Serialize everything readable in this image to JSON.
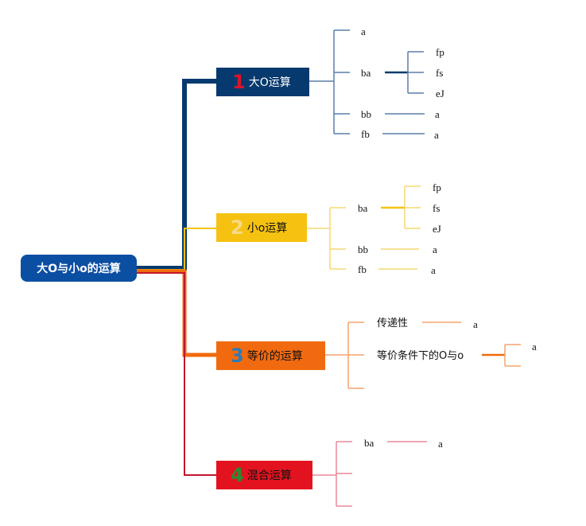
{
  "root": {
    "label": "大O与小o的运算"
  },
  "branches": [
    {
      "number": "1",
      "label": "大O运算",
      "color": "#063a6e",
      "number_color": "#d9142b",
      "text_color": "#ffffff",
      "children": [
        {
          "label": "a",
          "children": []
        },
        {
          "label": "ba",
          "children": [
            "fp",
            "fs",
            "eJ"
          ]
        },
        {
          "label": "bb",
          "children": [
            "a"
          ]
        },
        {
          "label": "fb",
          "children": [
            "a"
          ]
        }
      ]
    },
    {
      "number": "2",
      "label": "小o运算",
      "color": "#f5c211",
      "number_color": "#f7d98a",
      "text_color": "#111111",
      "children": [
        {
          "label": "ba",
          "children": [
            "fp",
            "fs",
            "eJ"
          ]
        },
        {
          "label": "bb",
          "children": [
            "a"
          ]
        },
        {
          "label": "fb",
          "children": [
            "a"
          ]
        }
      ]
    },
    {
      "number": "3",
      "label": "等价的运算",
      "color": "#f26a0f",
      "number_color": "#2b7bb9",
      "text_color": "#111111",
      "children": [
        {
          "label": "传递性",
          "children": [
            "a"
          ]
        },
        {
          "label": "等价条件下的O与o",
          "children": [
            "a",
            ""
          ]
        },
        {
          "label": "",
          "children": []
        }
      ]
    },
    {
      "number": "4",
      "label": "混合运算",
      "color": "#e3121f",
      "number_color": "#2f8a2f",
      "text_color": "#111111",
      "children": [
        {
          "label": "ba",
          "children": [
            "a"
          ]
        },
        {
          "label": "",
          "children": []
        },
        {
          "label": "",
          "children": []
        }
      ]
    }
  ]
}
